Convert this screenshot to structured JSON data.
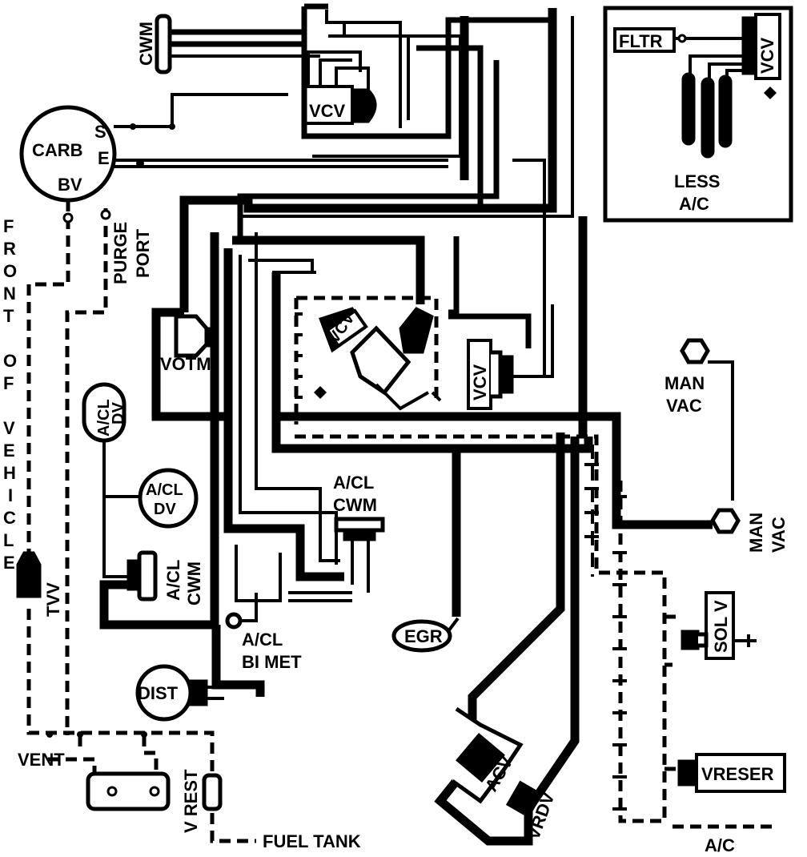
{
  "labels": {
    "cwm_top": "CWM",
    "carb": "CARB",
    "carb_s": "S",
    "carb_e": "E",
    "carb_bv": "BV",
    "purge": "PURGE",
    "port": "PORT",
    "front_of_vehicle": [
      "F",
      "R",
      "O",
      "N",
      "T",
      "",
      "O",
      "F",
      "",
      "V",
      "E",
      "H",
      "I",
      "C",
      "L",
      "E"
    ],
    "vcv_top": "VCV",
    "fltr": "FLTR",
    "vcv_inset": "VCV",
    "less_ac_1": "LESS",
    "less_ac_2": "A/C",
    "votm": "VOTM",
    "acl_dv_1a": "A/CL",
    "acl_dv_1b": "DV",
    "acl_dv_2a": "A/CL",
    "acl_dv_2b": "DV",
    "acl_cwm_left_a": "A/CL",
    "acl_cwm_left_b": "CWM",
    "acl_cwm_mid_a": "A/CL",
    "acl_cwm_mid_b": "CWM",
    "tvv": "TVV",
    "acl_bimet_a": "A/CL",
    "acl_bimet_b": "BI MET",
    "dist": "DIST",
    "vent": "VENT",
    "v_rest": "V REST",
    "fuel_tank": "FUEL TANK",
    "vcv_egr": "VCV",
    "vcv_right": "VCV",
    "man_vac_top_a": "MAN",
    "man_vac_top_b": "VAC",
    "man_vac_side_a": "MAN",
    "man_vac_side_b": "VAC",
    "egr": "EGR",
    "sol_v": "SOL V",
    "vreser": "VRESER",
    "acv": "ACV",
    "vrdv": "VRDV",
    "ac_bottom": "A/C"
  }
}
